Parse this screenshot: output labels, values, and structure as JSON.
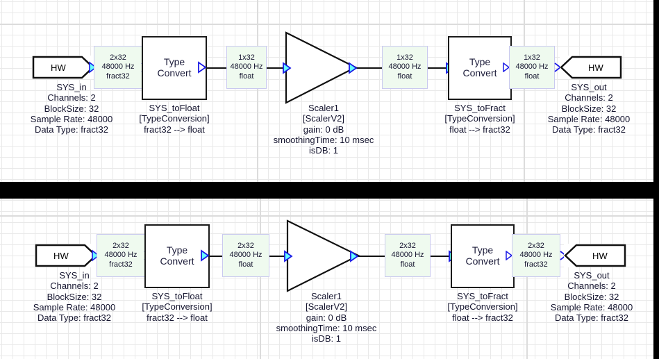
{
  "app": {
    "title": "Audio Weaver Signal Flow Diagram",
    "colors": {
      "signal_box_fill": "#effaef",
      "signal_box_border": "#c9c9ef",
      "block_border": "#1a1a1a",
      "port_fill": "#66ffff",
      "port_stroke": "#1a1ae6",
      "wire": "#111111",
      "text": "#14142e",
      "grid": "#e9e9e9",
      "separator": "#000000",
      "canvas": "#ffffff"
    }
  },
  "diagrams": [
    {
      "id": "top",
      "name": "single-channel-flow",
      "nodes": {
        "sys_in": {
          "block_label": "HW",
          "caption": [
            "SYS_in",
            "Channels: 2",
            "BlockSize: 32",
            "Sample Rate: 48000",
            "Data Type: fract32"
          ]
        },
        "to_float": {
          "block_label_line1": "Type",
          "block_label_line2": "Convert",
          "caption": [
            "SYS_toFloat",
            "[TypeConversion]",
            "fract32 --> float"
          ]
        },
        "scaler": {
          "caption": [
            "Scaler1",
            "[ScalerV2]",
            "gain: 0 dB",
            "smoothingTime: 10 msec",
            "isDB: 1"
          ]
        },
        "to_fract": {
          "block_label_line1": "Type",
          "block_label_line2": "Convert",
          "caption": [
            "SYS_toFract",
            "[TypeConversion]",
            "float --> fract32"
          ]
        },
        "sys_out": {
          "block_label": "HW",
          "caption": [
            "SYS_out",
            "Channels: 2",
            "BlockSize: 32",
            "Sample Rate: 48000",
            "Data Type: fract32"
          ]
        }
      },
      "signals": [
        {
          "name": "signal-in-fract32",
          "lines": [
            "2x32",
            "48000 Hz",
            "fract32"
          ]
        },
        {
          "name": "signal-tofloat-out",
          "lines": [
            "1x32",
            "48000 Hz",
            "float"
          ]
        },
        {
          "name": "signal-scaler-out",
          "lines": [
            "1x32",
            "48000 Hz",
            "float"
          ]
        },
        {
          "name": "signal-out-float",
          "lines": [
            "1x32",
            "48000 Hz",
            "float"
          ]
        }
      ]
    },
    {
      "id": "bottom",
      "name": "dual-channel-flow",
      "nodes": {
        "sys_in": {
          "block_label": "HW",
          "caption": [
            "SYS_in",
            "Channels: 2",
            "BlockSize: 32",
            "Sample Rate: 48000",
            "Data Type: fract32"
          ]
        },
        "to_float": {
          "block_label_line1": "Type",
          "block_label_line2": "Convert",
          "caption": [
            "SYS_toFloat",
            "[TypeConversion]",
            "fract32 --> float"
          ]
        },
        "scaler": {
          "caption": [
            "Scaler1",
            "[ScalerV2]",
            "gain: 0 dB",
            "smoothingTime: 10 msec",
            "isDB: 1"
          ]
        },
        "to_fract": {
          "block_label_line1": "Type",
          "block_label_line2": "Convert",
          "caption": [
            "SYS_toFract",
            "[TypeConversion]",
            "float --> fract32"
          ]
        },
        "sys_out": {
          "block_label": "HW",
          "caption": [
            "SYS_out",
            "Channels: 2",
            "BlockSize: 32",
            "Sample Rate: 48000",
            "Data Type: fract32"
          ]
        }
      },
      "signals": [
        {
          "name": "signal-in-fract32",
          "lines": [
            "2x32",
            "48000 Hz",
            "fract32"
          ]
        },
        {
          "name": "signal-tofloat-out",
          "lines": [
            "2x32",
            "48000 Hz",
            "float"
          ]
        },
        {
          "name": "signal-scaler-out",
          "lines": [
            "2x32",
            "48000 Hz",
            "float"
          ]
        },
        {
          "name": "signal-out-fract32",
          "lines": [
            "2x32",
            "48000 Hz",
            "fract32"
          ]
        }
      ]
    }
  ]
}
